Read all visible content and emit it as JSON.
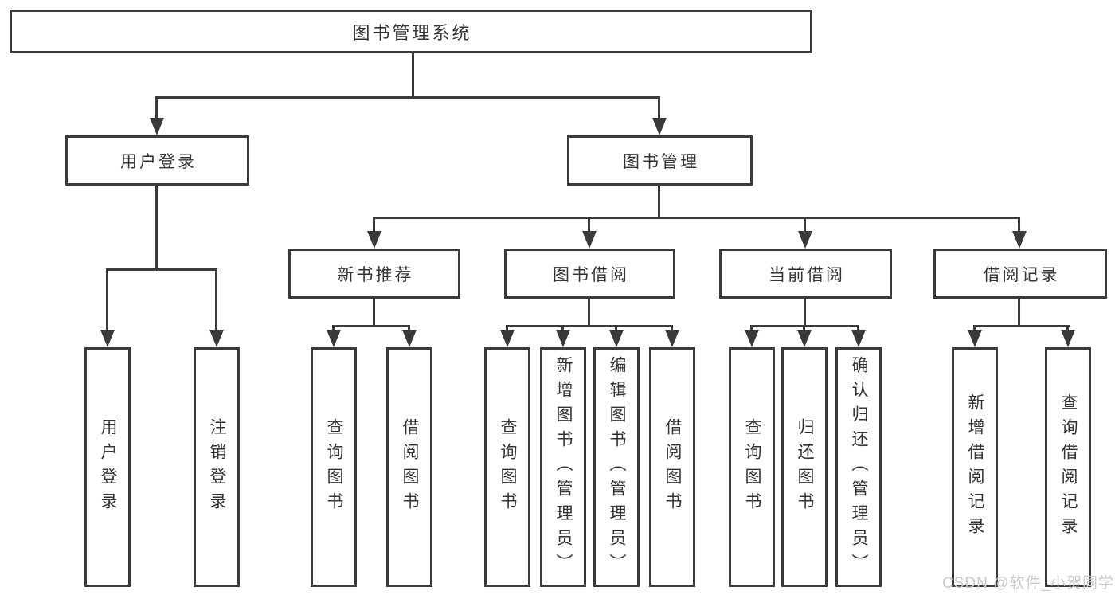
{
  "tree": {
    "root": "图书管理系统",
    "branches": [
      {
        "label": "用户登录",
        "children": [
          "用户登录",
          "注销登录"
        ]
      },
      {
        "label": "图书管理"
      }
    ],
    "modules": [
      {
        "label": "新书推荐",
        "children": [
          "查询图书",
          "借阅图书"
        ]
      },
      {
        "label": "图书借阅",
        "children": [
          "查询图书",
          "新增图书（管理员）",
          "编辑图书（管理员）",
          "借阅图书"
        ]
      },
      {
        "label": "当前借阅",
        "children": [
          "查询图书",
          "归还图书",
          "确认归还（管理员）"
        ]
      },
      {
        "label": "借阅记录",
        "children": [
          "新增借阅记录",
          "查询借阅记录"
        ]
      }
    ]
  },
  "watermark": {
    "text": "CSDN @软件_小贺同学",
    "color": "#c9c9cc"
  },
  "colors": {
    "line": "#3a3a3a",
    "text": "#333333",
    "background": "#ffffff"
  }
}
